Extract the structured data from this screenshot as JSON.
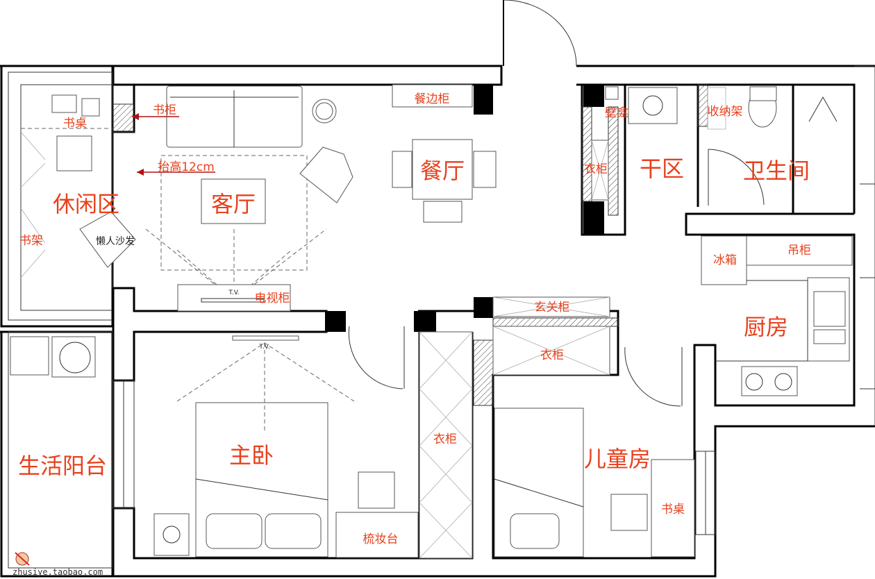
{
  "rooms": {
    "leisure": "休闲区",
    "living": "客厅",
    "dining": "餐厅",
    "dry_area": "干区",
    "bathroom": "卫生间",
    "kitchen": "厨房",
    "master_bedroom": "主卧",
    "balcony": "生活阳台",
    "kids_room": "儿童房"
  },
  "furniture": {
    "desk": "书桌",
    "bookcase": "书柜",
    "raised": "抬高12cm",
    "sideboard": "餐边柜",
    "bookshelf": "书架",
    "beanbag": "懒人沙发",
    "tv_cabinet": "电视柜",
    "niche": "壁龛",
    "storage_rack": "收纳架",
    "wardrobe_hall": "衣柜",
    "fridge": "冰箱",
    "wall_cabinet": "吊柜",
    "entry_cabinet": "玄关柜",
    "wardrobe_kids": "衣柜",
    "wardrobe_master": "衣柜",
    "kids_desk": "书桌",
    "dresser": "梳妆台",
    "tv_mark": "T.V.",
    "tv_mark_living": "T.V."
  },
  "watermark": "zhusiye.taobao.com",
  "colors": {
    "label": "#e8401c",
    "wall": "#000000"
  }
}
